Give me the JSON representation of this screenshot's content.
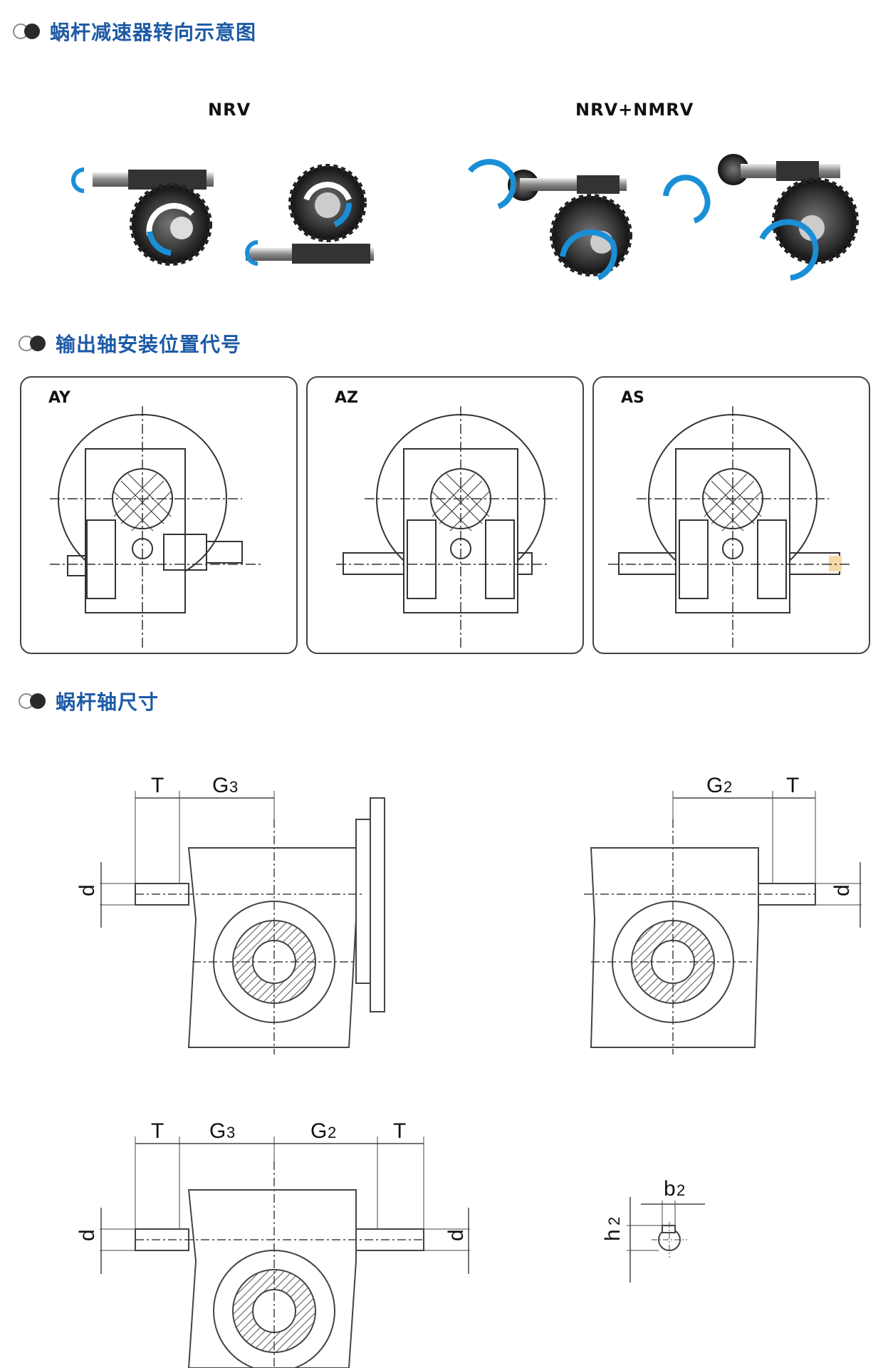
{
  "sections": {
    "rotation": {
      "title": "蜗杆减速器转向示意图",
      "labels": {
        "nrv": "NRV",
        "nrv_nmrv": "NRV+NMRV"
      }
    },
    "positions": {
      "title": "输出轴安装位置代号",
      "panels": [
        "AY",
        "AZ",
        "AS"
      ]
    },
    "shaft": {
      "title": "蜗杆轴尺寸",
      "dims": {
        "T": "T",
        "G": "G",
        "sub3": "3",
        "sub2": "2",
        "d": "d",
        "b": "b",
        "h": "h"
      }
    }
  },
  "colors": {
    "accent": "#1d5aa6",
    "arrow": "#1a8fd6"
  }
}
